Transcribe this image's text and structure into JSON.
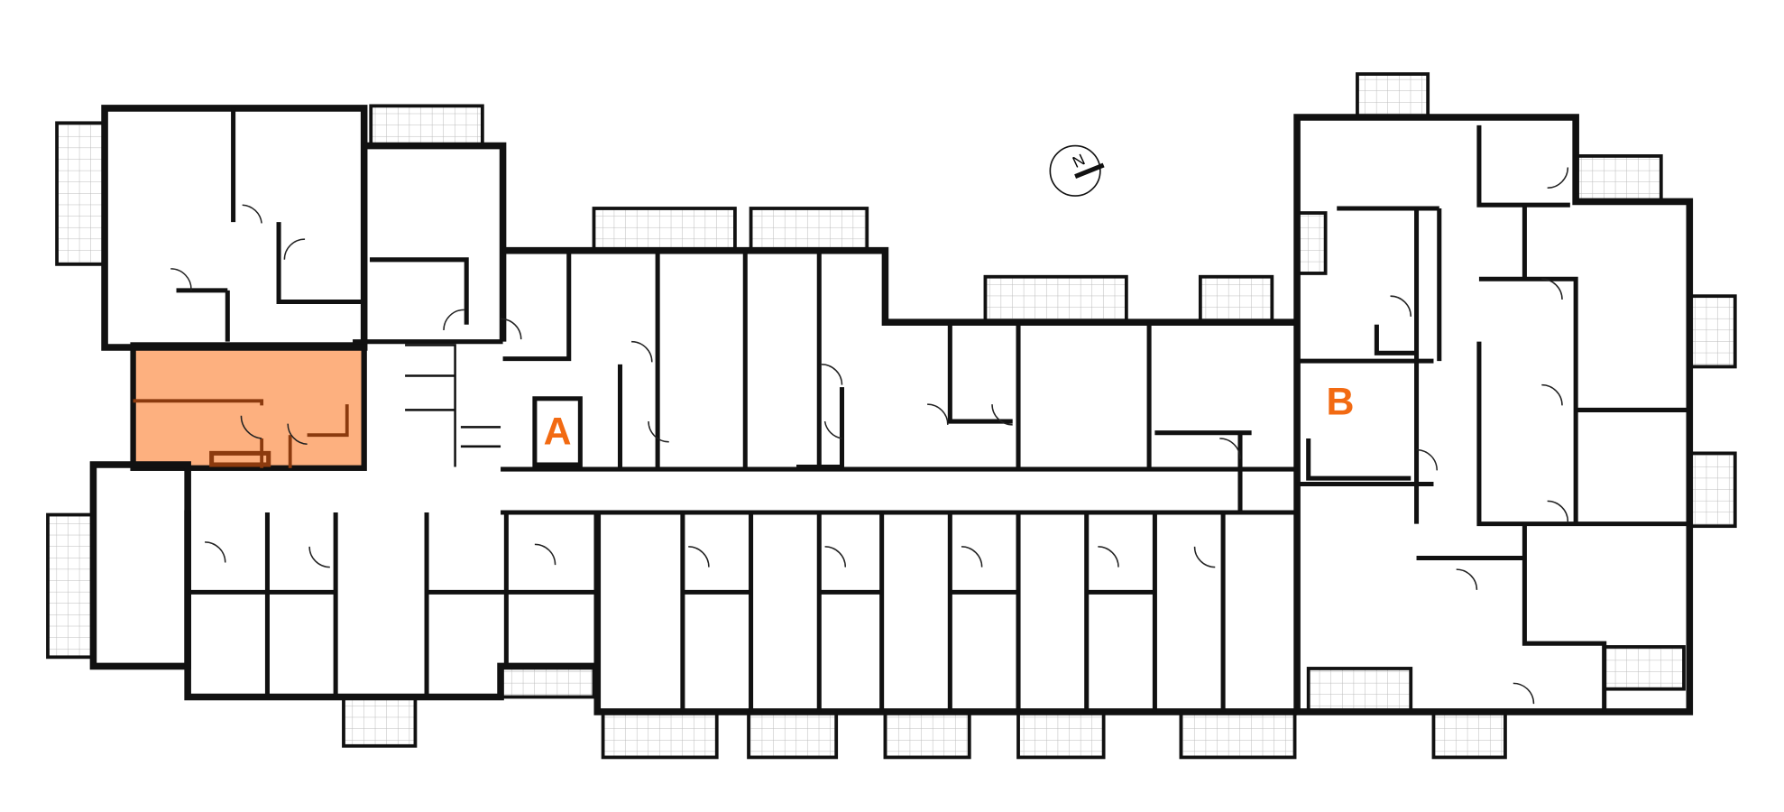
{
  "plan": {
    "title": "Floor plan",
    "staircases": [
      {
        "label": "A"
      },
      {
        "label": "B"
      }
    ],
    "compass": {
      "label": "N"
    },
    "highlighted_unit": {
      "status": "selected"
    }
  },
  "colors": {
    "highlight_fill": "#FDB07F",
    "highlight_wall": "#8B3A0E",
    "label": "#F26A12",
    "wall": "#111111"
  }
}
